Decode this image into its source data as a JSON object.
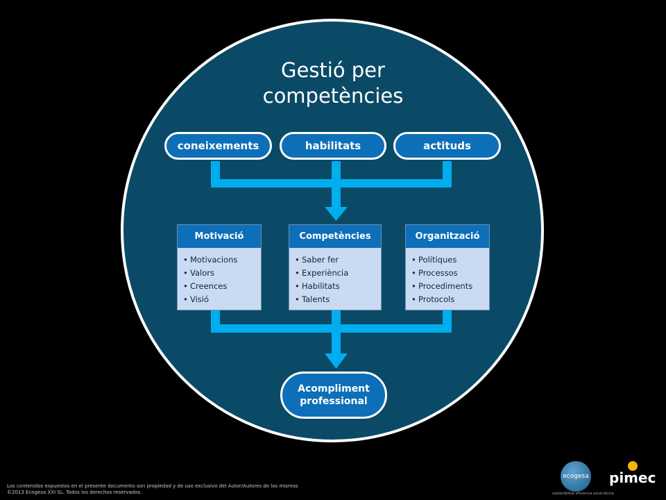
{
  "title": "Gestió per competències",
  "inputs": [
    "coneixements",
    "habilitats",
    "actituds"
  ],
  "cards": [
    {
      "heading": "Motivació",
      "items": [
        "Motivacions",
        "Valors",
        "Creences",
        "Visió"
      ]
    },
    {
      "heading": "Competències",
      "items": [
        "Saber fer",
        "Experiència",
        "Habilitats",
        "Talents"
      ]
    },
    {
      "heading": "Organització",
      "items": [
        "Polítiques",
        "Processos",
        "Procediments",
        "Protocols"
      ]
    }
  ],
  "result": "Acompliment professional",
  "footer": {
    "line1": "Los contenidos expuestos en el presente documento son propiedad y de uso exclusivo del Autor/Autores de los mismos",
    "line2": "©2013 Ecogesa XXI SL. Todos los derechos reservados."
  },
  "logos": {
    "ecogesa": "ecogesa",
    "pimec": "pimec",
    "tagline": "sostenibilitat eficiència excel·lència"
  },
  "colors": {
    "circle": "#0b4a66",
    "accent": "#0d6fb8",
    "arrow": "#00aeef",
    "card": "#c9daf2"
  }
}
